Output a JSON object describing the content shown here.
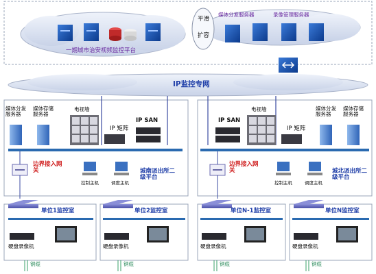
{
  "top_cloud": {
    "left_platform_label": "一期城市治安视频监控平台",
    "center_label_line1": "平滑",
    "center_label_line2": "扩容",
    "media_server_label": "媒体分发服务器",
    "storage_server_label": "录像管理服务器"
  },
  "ip_network_label": "IP监控专网",
  "left_site": {
    "media_dist_server": "媒体分发服务器",
    "media_storage_server": "媒体存储服务器",
    "video_wall": "电视墙",
    "ip_matrix": "IP 矩阵",
    "ip_san": "IP SAN",
    "gateway": "边界接入网关",
    "control_host": "控制主机",
    "dispatch_host": "调度主机",
    "platform_name": "城南派出所二级平台"
  },
  "right_site": {
    "ip_san": "IP SAN",
    "video_wall": "电视墙",
    "ip_matrix": "IP 矩阵",
    "media_dist_server": "媒体分发服务器",
    "media_storage_server": "媒体存储服务器",
    "gateway": "边界接入网关",
    "control_host": "控制主机",
    "dispatch_host": "调度主机",
    "platform_name": "城北派出所二级平台"
  },
  "units": [
    {
      "room": "单位1监控室",
      "dvr": "硬盘录像机",
      "cable": "铜缆"
    },
    {
      "room": "单位2监控室",
      "dvr": "硬盘录像机",
      "cable": "铜缆"
    },
    {
      "room": "单位N-1监控室",
      "dvr": "硬盘录像机",
      "cable": "铜缆"
    },
    {
      "room": "单位N监控室",
      "dvr": "硬盘录像机",
      "cable": "铜缆"
    }
  ]
}
